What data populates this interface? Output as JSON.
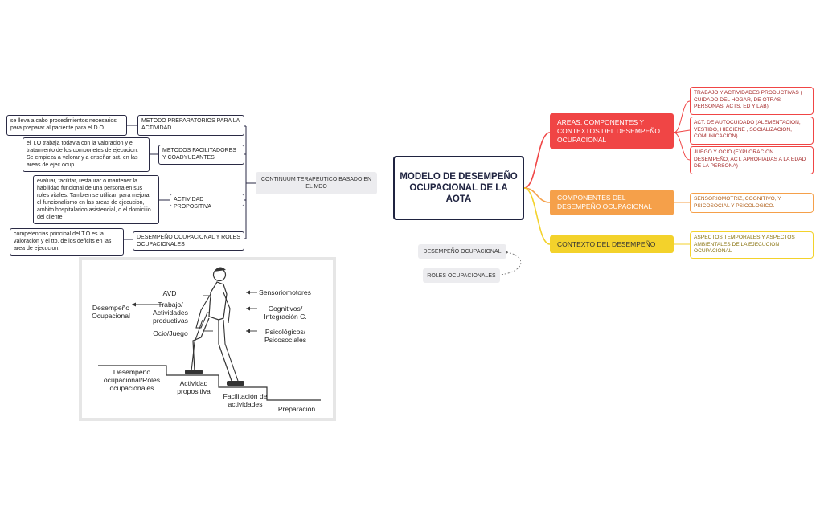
{
  "central_topic": "MODELO DE DESEMPEÑO OCUPACIONAL DE LA AOTA",
  "right_branches": [
    {
      "label": "AREAS, COMPONENTES Y CONTEXTOS DEL DESEMPEÑO OCUPACIONAL",
      "color": "#f04545",
      "children": [
        "TRABAJO Y ACTIVIDADES PRODUCTIVAS ( CUIDADO DEL HOGAR, DE OTRAS PERSONAS, ACTS. ED Y LAB)",
        "ACT. DE AUTOCUIDADO (ALEMENTACION, VESTIDO, HIECIENE , SOCIALIZACION, COMUNICACION)",
        "JUEGO Y OCIO (EXPLORACION DESEMPEÑO, ACT. APROPIADAS A LA EDAD DE LA PERSONA)"
      ]
    },
    {
      "label": "COMPONENTES DEL DESEMPEÑO OCUPACIONAL",
      "color": "#f5a04a",
      "children": [
        "SENSORIOMOTRIZ, COGNITIVO, Y PSICOSOCIAL Y PSICOLOGICO."
      ]
    },
    {
      "label": "CONTEXTO DEL DESEMPEÑO",
      "color": "#f3d22b",
      "children": [
        "ASPECTOS TEMPORALES Y ASPECTOS AMBIENTALES DE LA EJECUCION OCUPACIONAL"
      ]
    }
  ],
  "floating_topics": [
    "DESEMPEÑO OCUPACIONAL",
    "ROLES OCUPACIONALES"
  ],
  "left_root": "CONTINUUM TERAPEUTICO BASADO EN EL MDO",
  "left_items": [
    {
      "label": "METODO PREPARATORIOS PARA LA ACTIVIDAD",
      "note": "se lleva a cabo procedimientos necesarios para preparar al paciente para el D.O"
    },
    {
      "label": "METODOS FACILITADORES Y COADYUDANTES",
      "note": "el T.O trabaja todavia con la valoracion y el tratamiento de los componetes de ejecucion. Se empieza a valorar y a enseñar act. en las areas de ejec.ocup."
    },
    {
      "label": "ACTIVIDAD PROPOSITIVA",
      "note": "evaluar, facilitar, restaurar o mantener la habilidad funcional de una persona en sus roles vitales. Tambien se utilizan para mejorar el funcionalismo en las areas de ejecucion, ambito hospitalarioo asistencial, o el domicilio del cliente"
    },
    {
      "label": "DESEMPEÑO OCUPACIONAL Y ROLES OCUPACIONALES",
      "note": "competencias principal del T.O es la valoracion y el tto. de los deficits en las area de ejecucion."
    }
  ],
  "illustration": {
    "avd": "AVD",
    "trabajo": "Trabajo/\nActividades\nproductivas",
    "ocio": "Ocio/Juego",
    "desempeno": "Desempeño\nOcupacional",
    "sensorio": "Sensoriomotores",
    "cognitivos": "Cognitivos/\nIntegración C.",
    "psicologicos": "Psicológicos/\nPsicosociales",
    "step1": "Desempeño\nocupacional/Roles\nocupacionales",
    "step2": "Actividad\npropositiva",
    "step3": "Facilitación de\nactividades",
    "step4": "Preparación"
  },
  "colors": {
    "red": "#f04545",
    "orange": "#f5a04a",
    "yellow": "#f3d22b",
    "dark": "#1f2340"
  }
}
